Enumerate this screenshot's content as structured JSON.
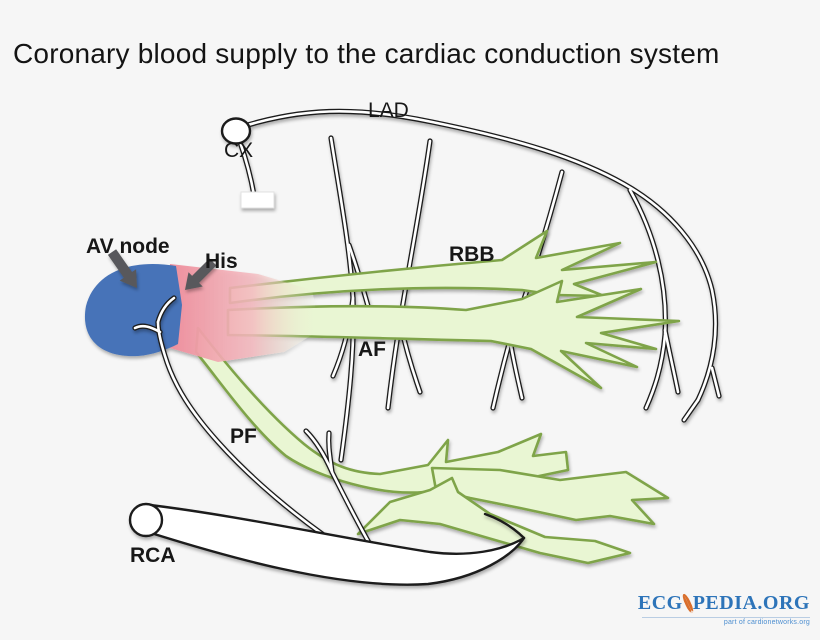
{
  "title": "Coronary blood supply to the cardiac conduction system",
  "labels": {
    "lad": "LAD",
    "cx": "CX",
    "av_node": "AV node",
    "his": "His",
    "rbb": "RBB",
    "af": "AF",
    "pf": "PF",
    "rca": "RCA"
  },
  "logo": {
    "ecg": "ECG",
    "pedia": "PEDIA.ORG",
    "tagline": "part of cardionetworks.org"
  },
  "colors": {
    "background": "#f6f6f6",
    "artery_outline": "#1a1a1a",
    "artery_fill": "#ffffff",
    "conduction_fill": "#e9f6d3",
    "conduction_outline": "#7fa44a",
    "av_node_fill": "#4673b8",
    "his_fill": "#ee8f9d",
    "arrow_gray": "#58595b",
    "logo_blue": "#2d74b9",
    "logo_orange": "#d96f2d"
  }
}
